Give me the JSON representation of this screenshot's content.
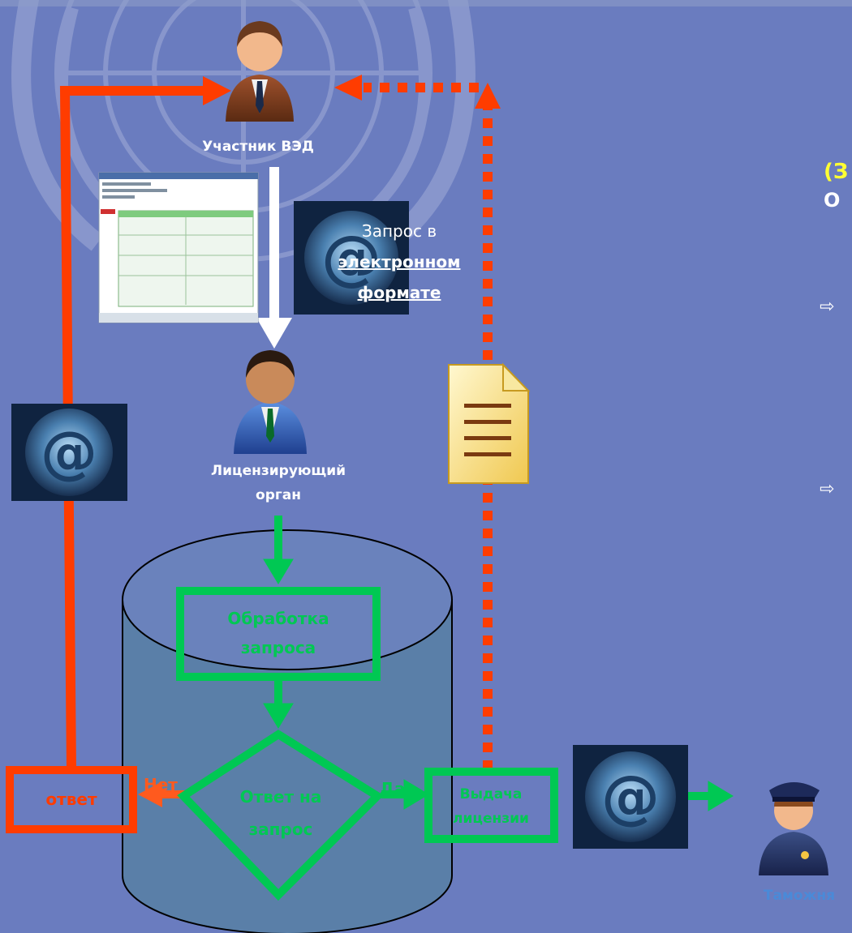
{
  "nodes": {
    "participant": "Участник ВЭД",
    "licensing_body": "Лицензирующий",
    "licensing_body_line2": "орган",
    "processing_line1": "Обработка",
    "processing_line2": "запроса",
    "decision_line1": "Ответ на",
    "decision_line2": "запрос",
    "issue_line1": "Выдача",
    "issue_line2": "лицензии",
    "response": "ответ",
    "customs": "Таможня"
  },
  "edges": {
    "no": "Нет",
    "yes": "Да"
  },
  "request_note": {
    "line1": "Запрос в",
    "line2": "электронном",
    "line3": "формате"
  },
  "right_panel": {
    "heading1": "(З",
    "heading2": "О",
    "bullet": "⇨"
  },
  "colors": {
    "background": "#6a7cbf",
    "red": "#ff3c00",
    "green": "#00c853",
    "yellow": "#ffff33",
    "cylinder": "#5a7fa8"
  },
  "icons": [
    "un-emblem-watermark",
    "at-sign-icon",
    "document-icon",
    "person-icon",
    "customs-officer-icon",
    "screenshot-thumbnail"
  ]
}
